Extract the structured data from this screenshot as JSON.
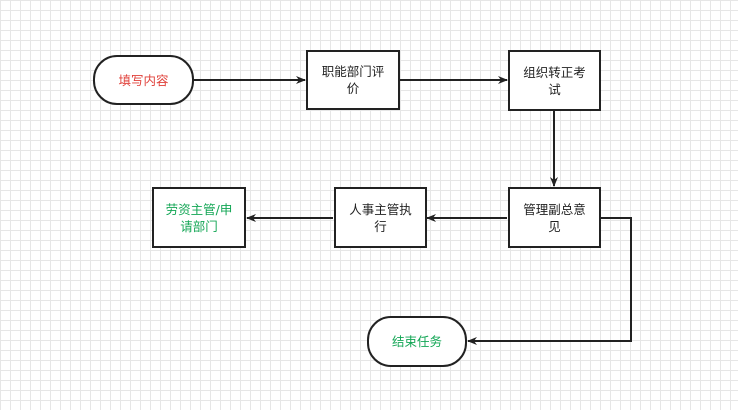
{
  "colors": {
    "stroke": "#222222",
    "start_text": "#e0403a",
    "end_text": "#13a655",
    "normal_text": "#222222"
  },
  "nodes": {
    "start": {
      "label": "填写内容",
      "shape": "terminal"
    },
    "dept_review": {
      "label": "职能部门评价",
      "shape": "process"
    },
    "exam": {
      "label": "组织转正考试",
      "shape": "process"
    },
    "vp_opinion": {
      "label": "管理副总意见",
      "shape": "process"
    },
    "hr_execute": {
      "label": "人事主管执行",
      "shape": "process"
    },
    "labor_dept": {
      "label": "劳资主管/申请部门",
      "shape": "process"
    },
    "end": {
      "label": "结束任务",
      "shape": "terminal"
    }
  },
  "edges": [
    {
      "from": "start",
      "to": "dept_review"
    },
    {
      "from": "dept_review",
      "to": "exam"
    },
    {
      "from": "exam",
      "to": "vp_opinion"
    },
    {
      "from": "vp_opinion",
      "to": "hr_execute"
    },
    {
      "from": "hr_execute",
      "to": "labor_dept"
    },
    {
      "from": "vp_opinion",
      "to": "end"
    }
  ]
}
